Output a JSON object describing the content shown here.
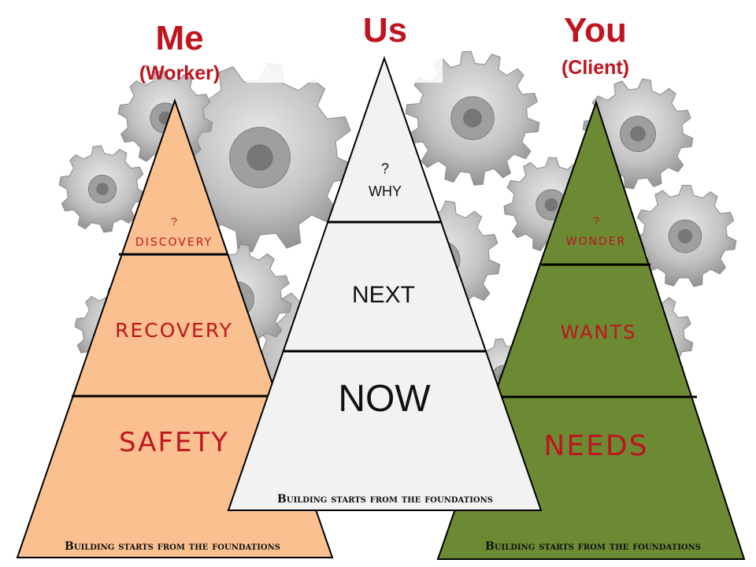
{
  "colors": {
    "red_text": "#c0141e",
    "black_text": "#111111",
    "me_fill": "#fac090",
    "us_fill": "#f2f2f2",
    "you_fill": "#6b8a33",
    "gear_light": "#c9c9c9",
    "gear_dark": "#7d7d7d"
  },
  "icons": {
    "background": "gears-icon"
  },
  "me": {
    "title": "Me",
    "subtitle": "(Worker)",
    "top_mark": "?",
    "top": "DISCOVERY",
    "middle": "RECOVERY",
    "bottom": "SAFETY",
    "footer": "Building starts from the foundations"
  },
  "us": {
    "title": "Us",
    "top_mark": "?",
    "top": "WHY",
    "middle": "NEXT",
    "bottom": "NOW",
    "footer": "Building starts from the foundations"
  },
  "you": {
    "title": "You",
    "subtitle": "(Client)",
    "top_mark": "?",
    "top": "WONDER",
    "middle": "WANTS",
    "bottom": "NEEDS",
    "footer": "Building starts from the foundations"
  }
}
